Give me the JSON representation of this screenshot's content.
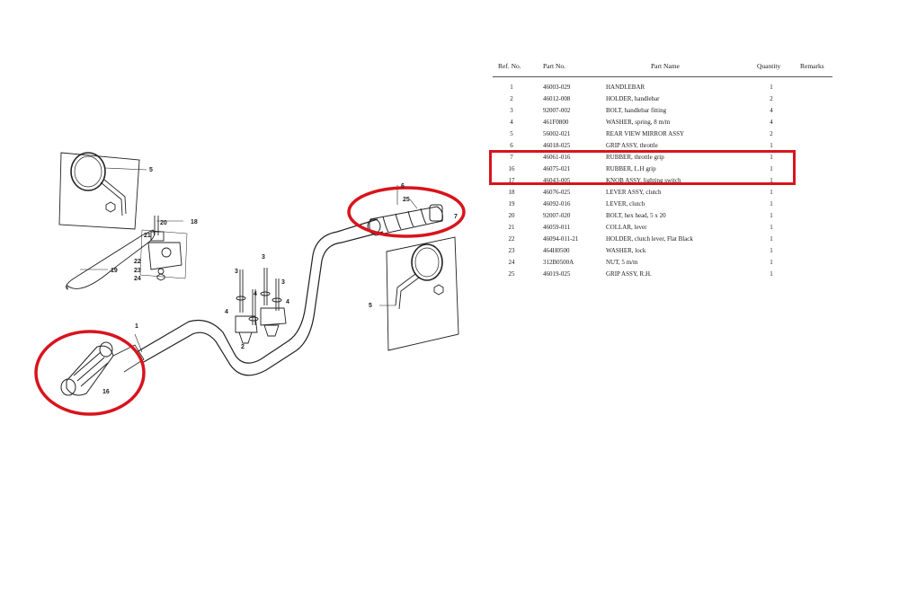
{
  "table": {
    "columns": [
      "Ref. No.",
      "Part No.",
      "Part  Name",
      "Quantity",
      "Remarks"
    ],
    "rows": [
      {
        "ref": "1",
        "part_no": "46003-029",
        "name": "HANDLEBAR",
        "qty": "1",
        "remarks": ""
      },
      {
        "ref": "2",
        "part_no": "46012-008",
        "name": "HOLDER,  handlebar",
        "qty": "2",
        "remarks": ""
      },
      {
        "ref": "3",
        "part_no": "92007-002",
        "name": "BOLT,  handlebar fitting",
        "qty": "4",
        "remarks": ""
      },
      {
        "ref": "4",
        "part_no": "461F0800",
        "name": "WASHER,  spring, 8 m/m",
        "qty": "4",
        "remarks": ""
      },
      {
        "ref": "5",
        "part_no": "56002-021",
        "name": "REAR  VIEW  MIRROR  ASSY",
        "qty": "2",
        "remarks": ""
      },
      {
        "ref": "6",
        "part_no": "46018-025",
        "name": "GRIP  ASSY,  throttle",
        "qty": "1",
        "remarks": ""
      },
      {
        "ref": "7",
        "part_no": "46061-016",
        "name": "RUBBER,  throttle grip",
        "qty": "1",
        "remarks": ""
      },
      {
        "ref": "16",
        "part_no": "46075-021",
        "name": "RUBBER,  L.H grip",
        "qty": "1",
        "remarks": ""
      },
      {
        "ref": "17",
        "part_no": "46043-005",
        "name": "KNOB  ASSY,  lighting switch",
        "qty": "1",
        "remarks": ""
      },
      {
        "ref": "18",
        "part_no": "46076-025",
        "name": "LEVER  ASSY,  clutch",
        "qty": "1",
        "remarks": ""
      },
      {
        "ref": "19",
        "part_no": "46092-016",
        "name": "LEVER,  clutch",
        "qty": "1",
        "remarks": ""
      },
      {
        "ref": "20",
        "part_no": "92007-020",
        "name": "BOLT,  hex head, 5 x 20",
        "qty": "1",
        "remarks": ""
      },
      {
        "ref": "21",
        "part_no": "46059-011",
        "name": "COLLAR,  lever",
        "qty": "1",
        "remarks": ""
      },
      {
        "ref": "22",
        "part_no": "46094-011-21",
        "name": "HOLDER,  clutch lever, Flat Black",
        "qty": "1",
        "remarks": ""
      },
      {
        "ref": "23",
        "part_no": "464H0500",
        "name": "WASHER,  lock",
        "qty": "1",
        "remarks": ""
      },
      {
        "ref": "24",
        "part_no": "312B0500A",
        "name": "NUT,  5 m/m",
        "qty": "1",
        "remarks": ""
      },
      {
        "ref": "25",
        "part_no": "46019-025",
        "name": "GRIP  ASSY, R.H.",
        "qty": "1",
        "remarks": ""
      }
    ]
  },
  "callouts": [
    "1",
    "2",
    "3",
    "3",
    "3",
    "4",
    "4",
    "4",
    "5",
    "5",
    "6",
    "7",
    "16",
    "18",
    "19",
    "20",
    "21",
    "22",
    "23",
    "24",
    "25"
  ],
  "colors": {
    "highlight": "#d8141c",
    "line": "#222222"
  }
}
